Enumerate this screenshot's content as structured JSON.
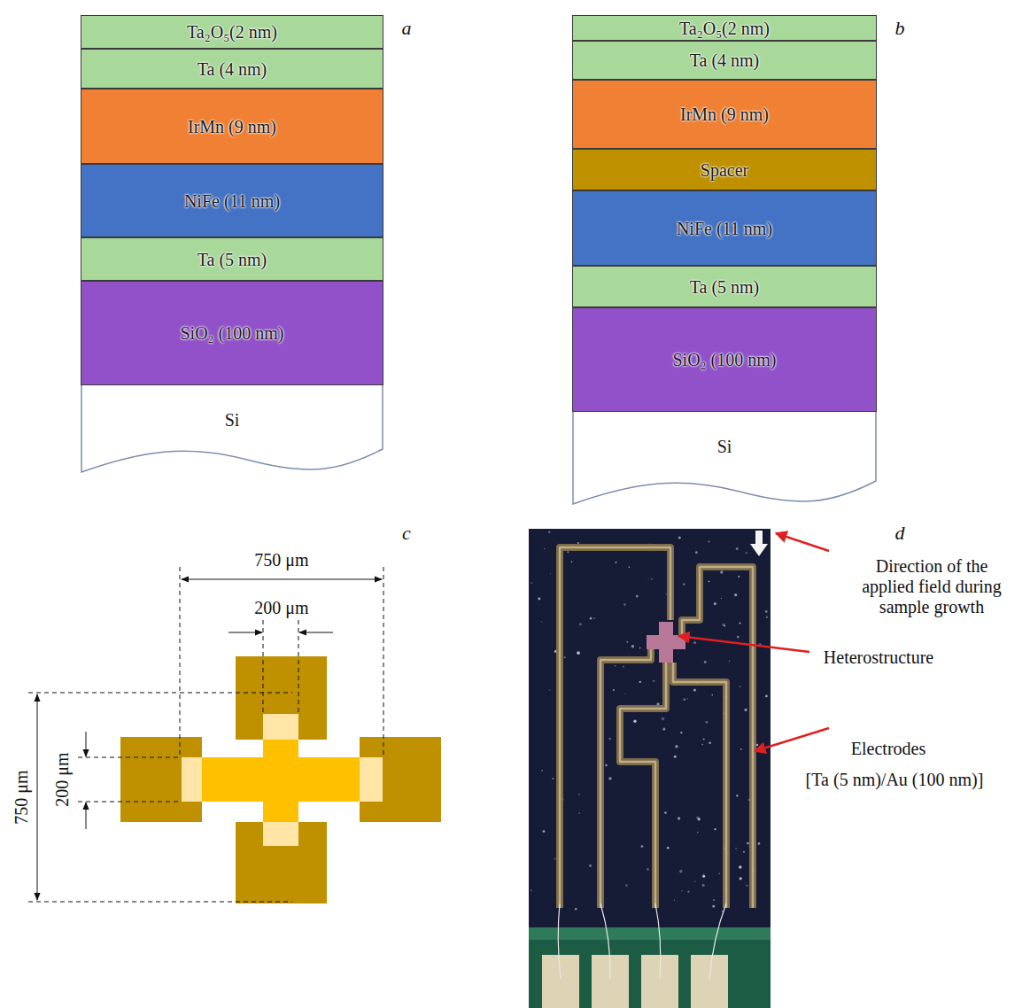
{
  "diagram": {
    "nodes": [
      {
        "text": [
          "Ta₂O₅(2 nm)"
        ]
      },
      {
        "text": [
          "Ta (4 nm)"
        ]
      },
      {
        "text": [
          "IrMn (9 nm)"
        ]
      },
      {
        "text": [
          "NiFe (11 nm)"
        ]
      },
      {
        "text": [
          "Ta (5 nm)"
        ]
      },
      {
        "text": [
          "SiO₂ (100 nm)"
        ]
      },
      {
        "text": [
          "Si"
        ]
      },
      {
        "text": [
          "Ta₂O₅(2 nm)"
        ]
      },
      {
        "text": [
          "Ta (4 nm)"
        ]
      },
      {
        "text": [
          "IrMn (9 nm)"
        ]
      },
      {
        "text": [
          "Spacer"
        ]
      },
      {
        "text": [
          "NiFe (11 nm)"
        ]
      },
      {
        "text": [
          "Ta (5 nm)"
        ]
      },
      {
        "text": [
          "SiO₂ (100 nm)"
        ]
      },
      {
        "text": [
          "Si"
        ]
      }
    ],
    "labels": [
      "a",
      "b",
      "c",
      "750 μm",
      "200 μm",
      "750 μm",
      "200 μm",
      "d",
      "Direction of the applied field during sample growth",
      "Heterostructure",
      "Electrodes",
      "[Ta (5 nm)/Au (100 nm)]"
    ]
  }
}
